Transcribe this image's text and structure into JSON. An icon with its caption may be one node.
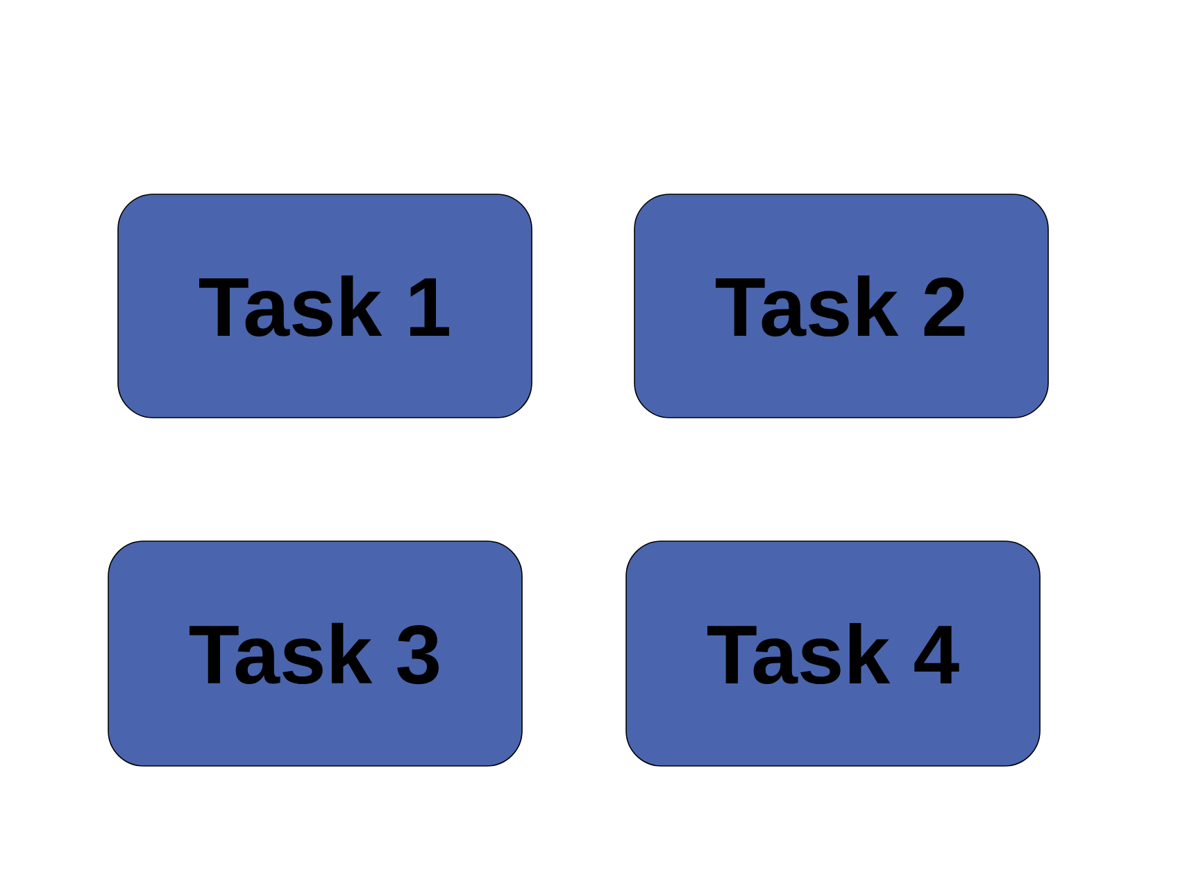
{
  "diagram": {
    "nodes": [
      {
        "text": [
          "Task 1"
        ]
      },
      {
        "text": [
          "Task 2"
        ]
      },
      {
        "text": [
          "Task 3"
        ]
      },
      {
        "text": [
          "Task 4"
        ]
      }
    ],
    "edges": []
  }
}
